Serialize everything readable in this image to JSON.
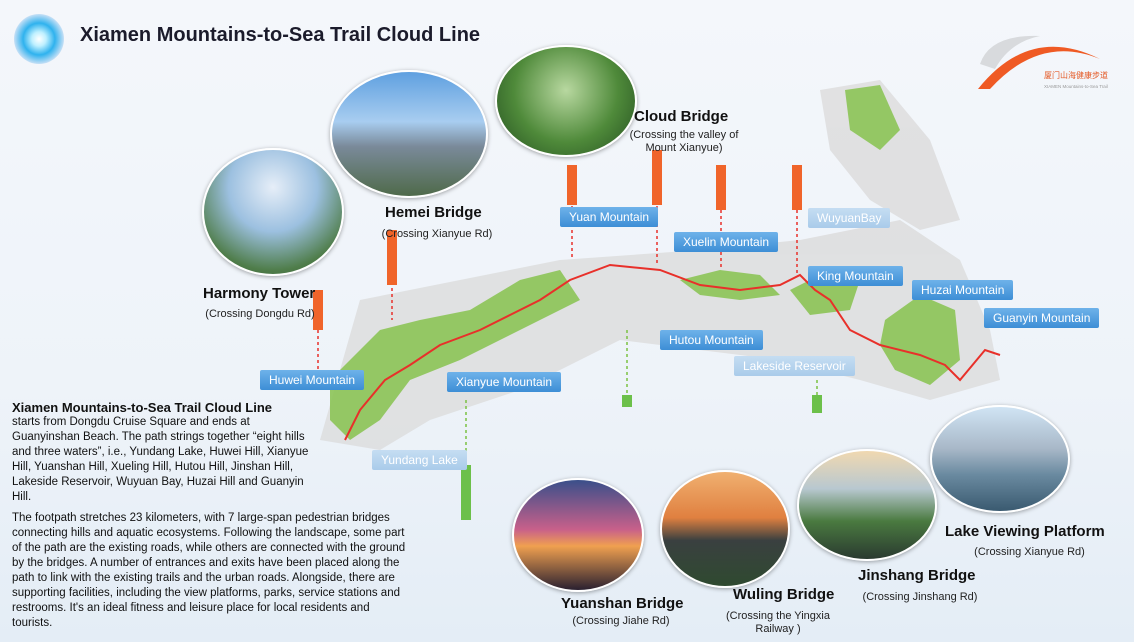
{
  "header": {
    "title": "Xiamen Mountains-to-Sea Trail Cloud Line"
  },
  "logo": {
    "cn": "厦门山海健康步道",
    "en": "XIAMEN Mountains-to-Sea Trail"
  },
  "bridges": [
    {
      "name": "Harmony Tower",
      "sub": "(Crossing Dongdu Rd)"
    },
    {
      "name": "Hemei Bridge",
      "sub": "(Crossing Xianyue Rd)"
    },
    {
      "name": "Cloud Bridge",
      "sub": "(Crossing the valley of Mount Xianyue)"
    },
    {
      "name": "Yuanshan Bridge",
      "sub": "(Crossing Jiahe Rd)"
    },
    {
      "name": "Wuling Bridge",
      "sub": "(Crossing the Yingxia Railway )"
    },
    {
      "name": "Jinshang Bridge",
      "sub": "(Crossing Jinshang Rd)"
    },
    {
      "name": "Lake  Viewing Platform",
      "sub": "(Crossing Xianyue Rd)"
    }
  ],
  "map_labels": {
    "huwei": "Huwei Mountain",
    "xianyue": "Xianyue Mountain",
    "yuan": "Yuan Mountain",
    "xuelin": "Xuelin Mountain",
    "hutou": "Hutou Mountain",
    "wuyuan": "WuyuanBay",
    "king": "King Mountain",
    "lakeside": "Lakeside Reservoir",
    "huzai": "Huzai Mountain",
    "guanyin": "Guanyin Mountain",
    "yundang": "Yundang Lake"
  },
  "description": {
    "heading": "Xiamen Mountains-to-Sea Trail Cloud Line",
    "p1": "starts from Dongdu Cruise Square and ends at Guanyinshan Beach. The path strings together “eight hills and three waters”, i.e., Yundang Lake, Huwei Hill, Xianyue Hill, Yuanshan Hill, Xueling Hill, Hutou Hill, Jinshan Hill, Lakeside Reservoir, Wuyuan Bay, Huzai Hill and Guanyin Hill.",
    "p2": "The footpath stretches 23 kilometers, with 7 large-span pedestrian bridges connecting hills and aquatic ecosystems. Following the landscape, some part of the path are the existing roads, while others are connected with the ground by the bridges. A number of entrances and exits have been placed along the path to link with the existing trails and the urban roads. Alongside, there are supporting facilities, including the view platforms, parks, service stations and restrooms. It's an ideal fitness and leisure place for local residents and tourists."
  },
  "colors": {
    "trail": "#e8302a",
    "green": "#7bbf4a",
    "label": "#4b97dc",
    "accent": "#f0642a"
  }
}
